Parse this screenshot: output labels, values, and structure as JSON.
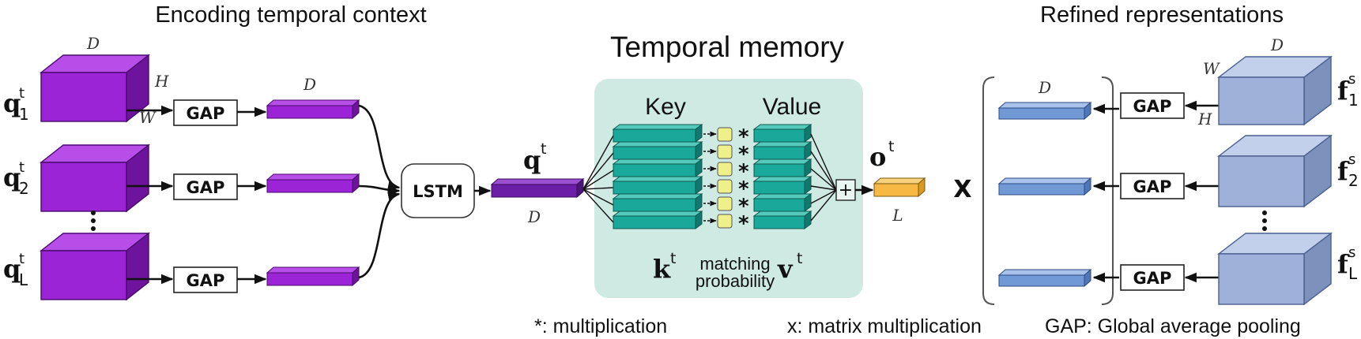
{
  "titles": {
    "left": "Encoding temporal context",
    "center": "Temporal memory",
    "right": "Refined representations"
  },
  "dims": {
    "D": "D",
    "H": "H",
    "W": "W",
    "L": "L"
  },
  "inputs": {
    "q_symbol": "q",
    "superscript": "t",
    "subscripts": [
      "1",
      "2",
      "L"
    ]
  },
  "gap_label": "GAP",
  "lstm_label": "LSTM",
  "query": {
    "symbol": "q",
    "superscript": "t"
  },
  "memory": {
    "key_label": "Key",
    "value_label": "Value",
    "k_symbol": "k",
    "v_symbol": "v",
    "superscript": "t",
    "matching_line1": "matching",
    "matching_line2": "probability",
    "mult_symbol": "*",
    "plus_symbol": "+"
  },
  "output": {
    "symbol": "o",
    "superscript": "t"
  },
  "matmul_symbol": "X",
  "spatial": {
    "f_symbol": "f",
    "superscript": "s",
    "subscripts": [
      "1",
      "2",
      "L"
    ]
  },
  "legend": {
    "mult": "*: multiplication",
    "matmul": "x: matrix multiplication",
    "gap": "GAP: Global average pooling"
  },
  "colors": {
    "purple_front": "#9a24d6",
    "purple_top": "#b84ee8",
    "purple_side": "#6e149c",
    "teal_bg": "#cfe9e3",
    "teal_bar": "#1aa89a",
    "yellow_square": "#eef08a",
    "orange_bar": "#f7b944",
    "blue_cube": "#9fb1d8",
    "blue_bar": "#7099d6"
  }
}
